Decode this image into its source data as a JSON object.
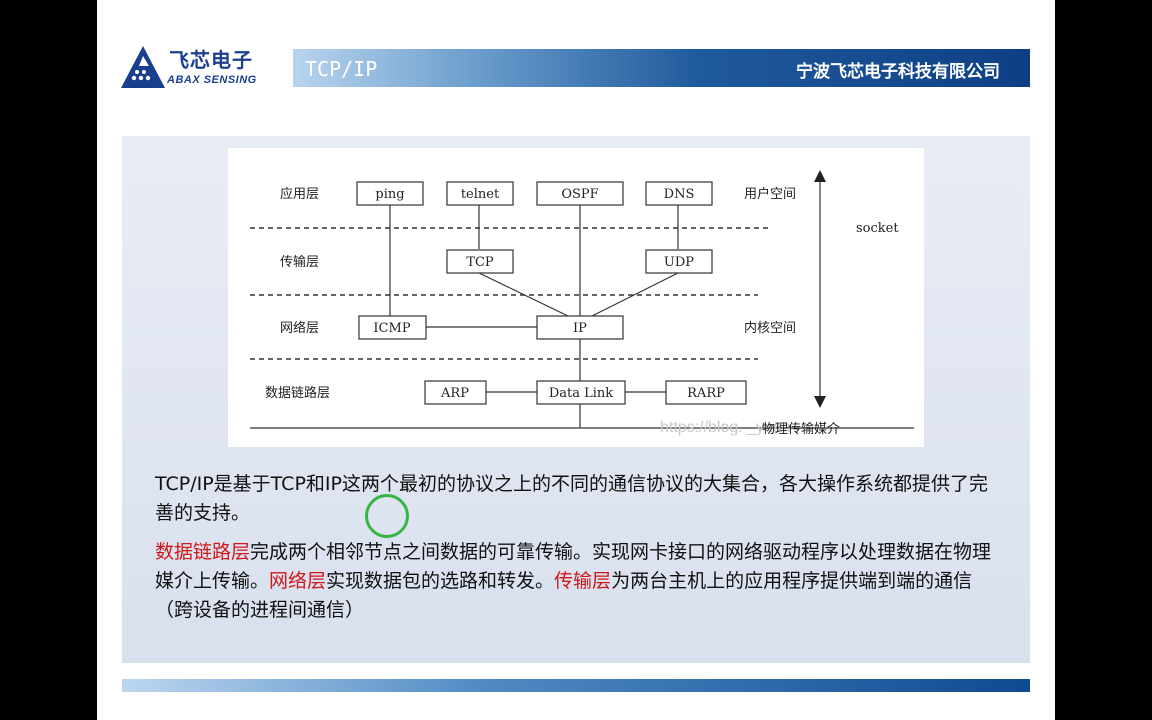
{
  "header": {
    "logo_brand": "飞芯电子",
    "logo_sub": "ABAX SENSING",
    "section_title": "TCP/IP",
    "company_name": "宁波飞芯电子科技有限公司"
  },
  "diagram": {
    "layers": {
      "app": "应用层",
      "transport": "传输层",
      "network": "网络层",
      "link": "数据链路层"
    },
    "protocols": {
      "ping": "ping",
      "telnet": "telnet",
      "ospf": "OSPF",
      "dns": "DNS",
      "tcp": "TCP",
      "udp": "UDP",
      "icmp": "ICMP",
      "ip": "IP",
      "arp": "ARP",
      "datalink": "Data Link",
      "rarp": "RARP"
    },
    "user_space": "用户空间",
    "kernel_space": "内核空间",
    "socket": "socket",
    "physical_media": "物理传输媒介",
    "watermark": "https://blog. _yuan"
  },
  "text": {
    "intro": "TCP/IP是基于TCP和IP这两个最初的协议之上的不同的通信协议的大集合，各大操作系统都提供了完善的支持。",
    "link_layer_term": "数据链路层",
    "link_layer_desc": "完成两个相邻节点之间数据的可靠传输。实现网卡接口的网络驱动程序以处理数据在物理媒介上传输。",
    "network_layer_term": "网络层",
    "network_layer_desc": "实现数据包的选路和转发。",
    "transport_layer_term": "传输层",
    "transport_layer_desc": "为两台主机上的应用程序提供端到端的通信（跨设备的进程间通信）"
  },
  "colors": {
    "brand_blue": "#1b3f8f",
    "highlight_red": "#d01818",
    "cursor_green": "#35b545"
  }
}
